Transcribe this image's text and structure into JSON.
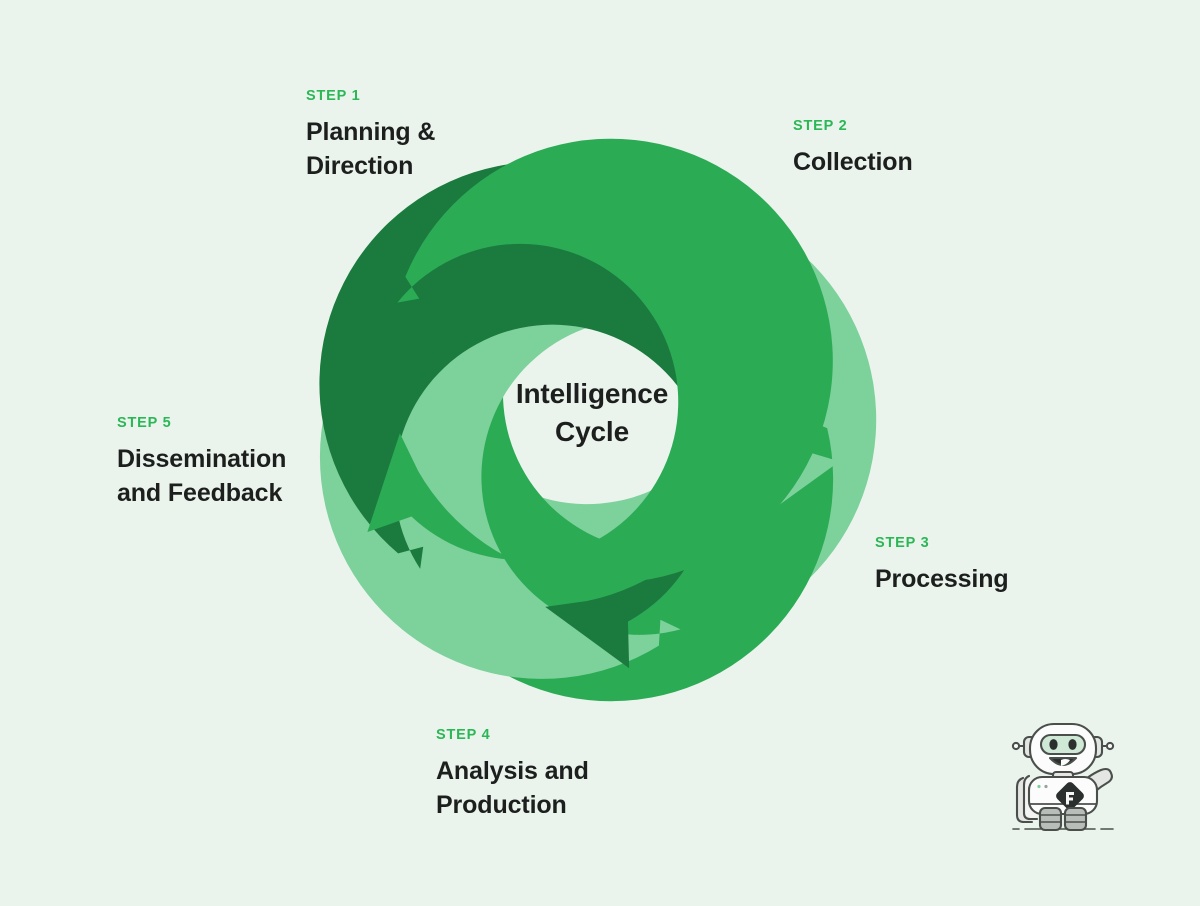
{
  "page": {
    "background_color": "#eaf4ec",
    "center_title_line1": "Intelligence",
    "center_title_line2": "Cycle"
  },
  "palette": {
    "ring_gray": "#dcdcdc",
    "green_light": "#7dd19b",
    "green_medium": "#2cab55",
    "green_dark": "#1b7a3e",
    "kicker_green": "#2cb757",
    "text_dark": "#1d1f1e",
    "background": "#eaf4ec"
  },
  "steps": [
    {
      "kicker": "STEP 1",
      "title_line1": "Planning &",
      "title_line2": "Direction",
      "color": "#7dd19b"
    },
    {
      "kicker": "STEP 2",
      "title_line1": "Collection",
      "title_line2": "",
      "color": "#2cab55"
    },
    {
      "kicker": "STEP 3",
      "title_line1": "Processing",
      "title_line2": "",
      "color": "#7dd19b"
    },
    {
      "kicker": "STEP 4",
      "title_line1": "Analysis and",
      "title_line2": "Production",
      "color": "#1b7a3e"
    },
    {
      "kicker": "STEP 5",
      "title_line1": "Dissemination",
      "title_line2": "and Feedback",
      "color": "#2cab55"
    }
  ],
  "mascot": {
    "name": "robot-mascot",
    "description": "waving robot"
  },
  "chart_data": {
    "type": "diagram",
    "subtype": "cycle",
    "title": "Intelligence Cycle",
    "direction": "clockwise",
    "segment_count": 5,
    "center": [
      592,
      420
    ],
    "ring_inner_radius": 142,
    "ring_outer_radius": 202,
    "arrow_inner_radius": 158,
    "arrow_outer_radius": 222,
    "segments": [
      {
        "step": 1,
        "label": "Planning & Direction",
        "start_angle_deg": 243,
        "end_angle_deg": 352,
        "color": "#7dd19b"
      },
      {
        "step": 2,
        "label": "Collection",
        "start_angle_deg": 316,
        "end_angle_deg": 62,
        "color": "#2cab55"
      },
      {
        "step": 3,
        "label": "Processing",
        "start_angle_deg": 27,
        "end_angle_deg": 134,
        "color": "#7dd19b"
      },
      {
        "step": 4,
        "label": "Analysis and Production",
        "start_angle_deg": 99,
        "end_angle_deg": 206,
        "color": "#1b7a3e"
      },
      {
        "step": 5,
        "label": "Dissemination and Feedback",
        "start_angle_deg": 171,
        "end_angle_deg": 279,
        "color": "#2cab55"
      }
    ]
  }
}
